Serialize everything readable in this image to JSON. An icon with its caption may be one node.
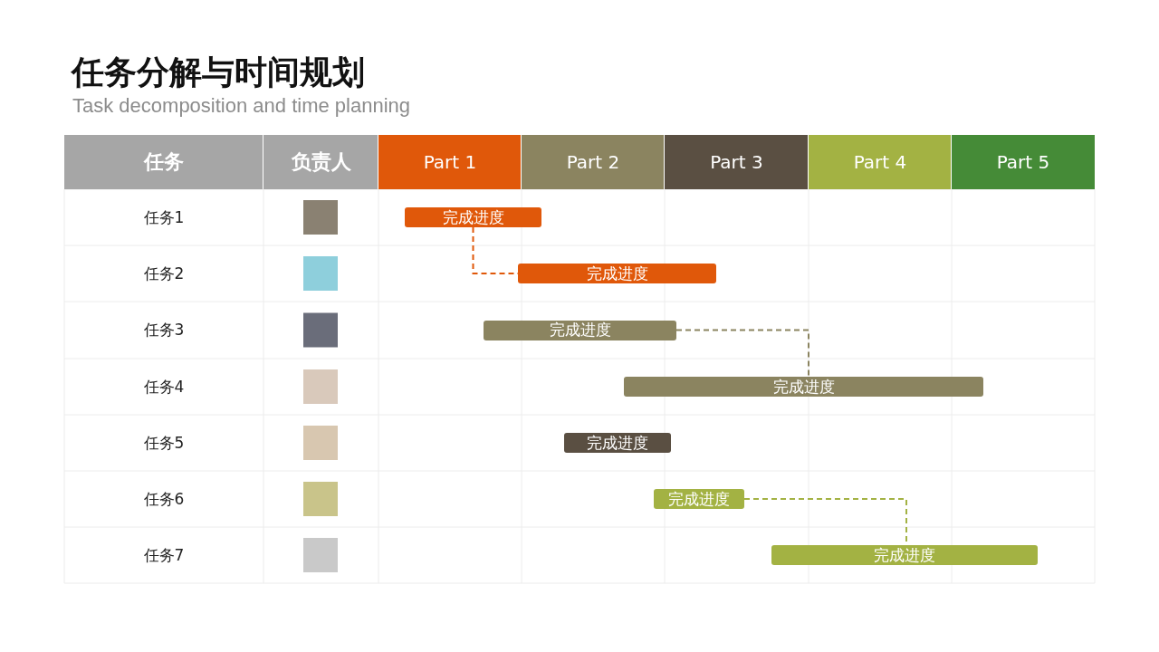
{
  "diagram": {
    "title": "任务分解与时间规划",
    "caption": "Task decomposition and time planning",
    "nodes": [
      {
        "text": [
          "完成进度"
        ]
      },
      {
        "text": [
          "完成进度"
        ]
      },
      {
        "text": [
          "完成进度"
        ]
      },
      {
        "text": [
          "完成进度"
        ]
      },
      {
        "text": [
          "完成进度"
        ]
      },
      {
        "text": [
          "完成进度"
        ]
      },
      {
        "text": [
          "完成进度"
        ]
      }
    ],
    "edges": [
      {
        "from": 0,
        "to": 1,
        "arrow": "none",
        "style": "dashed",
        "color": "#e0580a"
      },
      {
        "from": 2,
        "to": 3,
        "arrow": "none",
        "style": "dashed",
        "color": "#8b8460"
      },
      {
        "from": 5,
        "to": 6,
        "arrow": "none",
        "style": "dashed",
        "color": "#a3b243"
      }
    ],
    "labels": [
      "任务",
      "负责人",
      "Part 1",
      "Part 2",
      "Part 3",
      "Part 4",
      "Part 5",
      "任务1",
      "任务2",
      "任务3",
      "任务4",
      "任务5",
      "任务6",
      "任务7"
    ]
  }
}
